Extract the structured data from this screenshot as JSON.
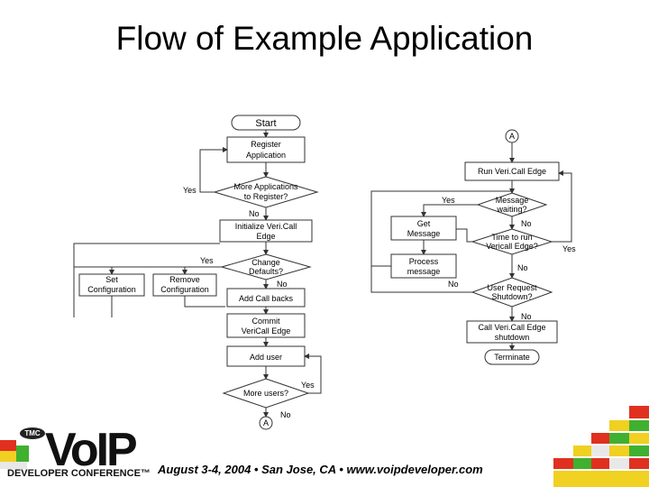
{
  "title": "Flow of Example Application",
  "left_flow": {
    "start": "Start",
    "register": [
      "Register",
      "Application"
    ],
    "more_apps": [
      "More Applications",
      "to Register?"
    ],
    "more_apps_yes": "Yes",
    "more_apps_no": "No",
    "init": [
      "Initialize Veri.Call",
      "Edge"
    ],
    "change_defaults": [
      "Change",
      "Defaults?"
    ],
    "change_defaults_yes": "Yes",
    "change_defaults_no": "No",
    "set_config": [
      "Set",
      "Configuration"
    ],
    "remove_config": [
      "Remove",
      "Configuration"
    ],
    "add_callbacks": "Add Call backs",
    "commit": [
      "Commit",
      "VeriCall Edge"
    ],
    "add_user": "Add user",
    "more_users": "More users?",
    "more_users_yes": "Yes",
    "more_users_no": "No",
    "connector_a": "A"
  },
  "right_flow": {
    "connector_a": "A",
    "run_edge": "Run Veri.Call Edge",
    "message_waiting": [
      "Message",
      "waiting?"
    ],
    "message_waiting_yes": "Yes",
    "message_waiting_no": "No",
    "get_message": [
      "Get",
      "Message"
    ],
    "time_to_run": [
      "Time to run",
      "Vericall Edge?"
    ],
    "time_to_run_yes": "Yes",
    "time_to_run_no": "No",
    "process_message": [
      "Process",
      "message"
    ],
    "user_request": [
      "User Request",
      "Shutdown?"
    ],
    "user_request_no_left": "No",
    "user_request_no": "No",
    "call_shutdown": [
      "Call Veri.Call Edge",
      "shutdown"
    ],
    "terminate": "Terminate"
  },
  "logo": {
    "badge": "TMC",
    "name": "VoIP",
    "subtitle": "DEVELOPER CONFERENCE™"
  },
  "footer": "August 3-4, 2004 • San Jose, CA • www.voipdeveloper.com",
  "colors": {
    "lines": "#333333",
    "blocks": [
      "#e03020",
      "#f0d020",
      "#40b030",
      "#e8e8e8"
    ]
  }
}
